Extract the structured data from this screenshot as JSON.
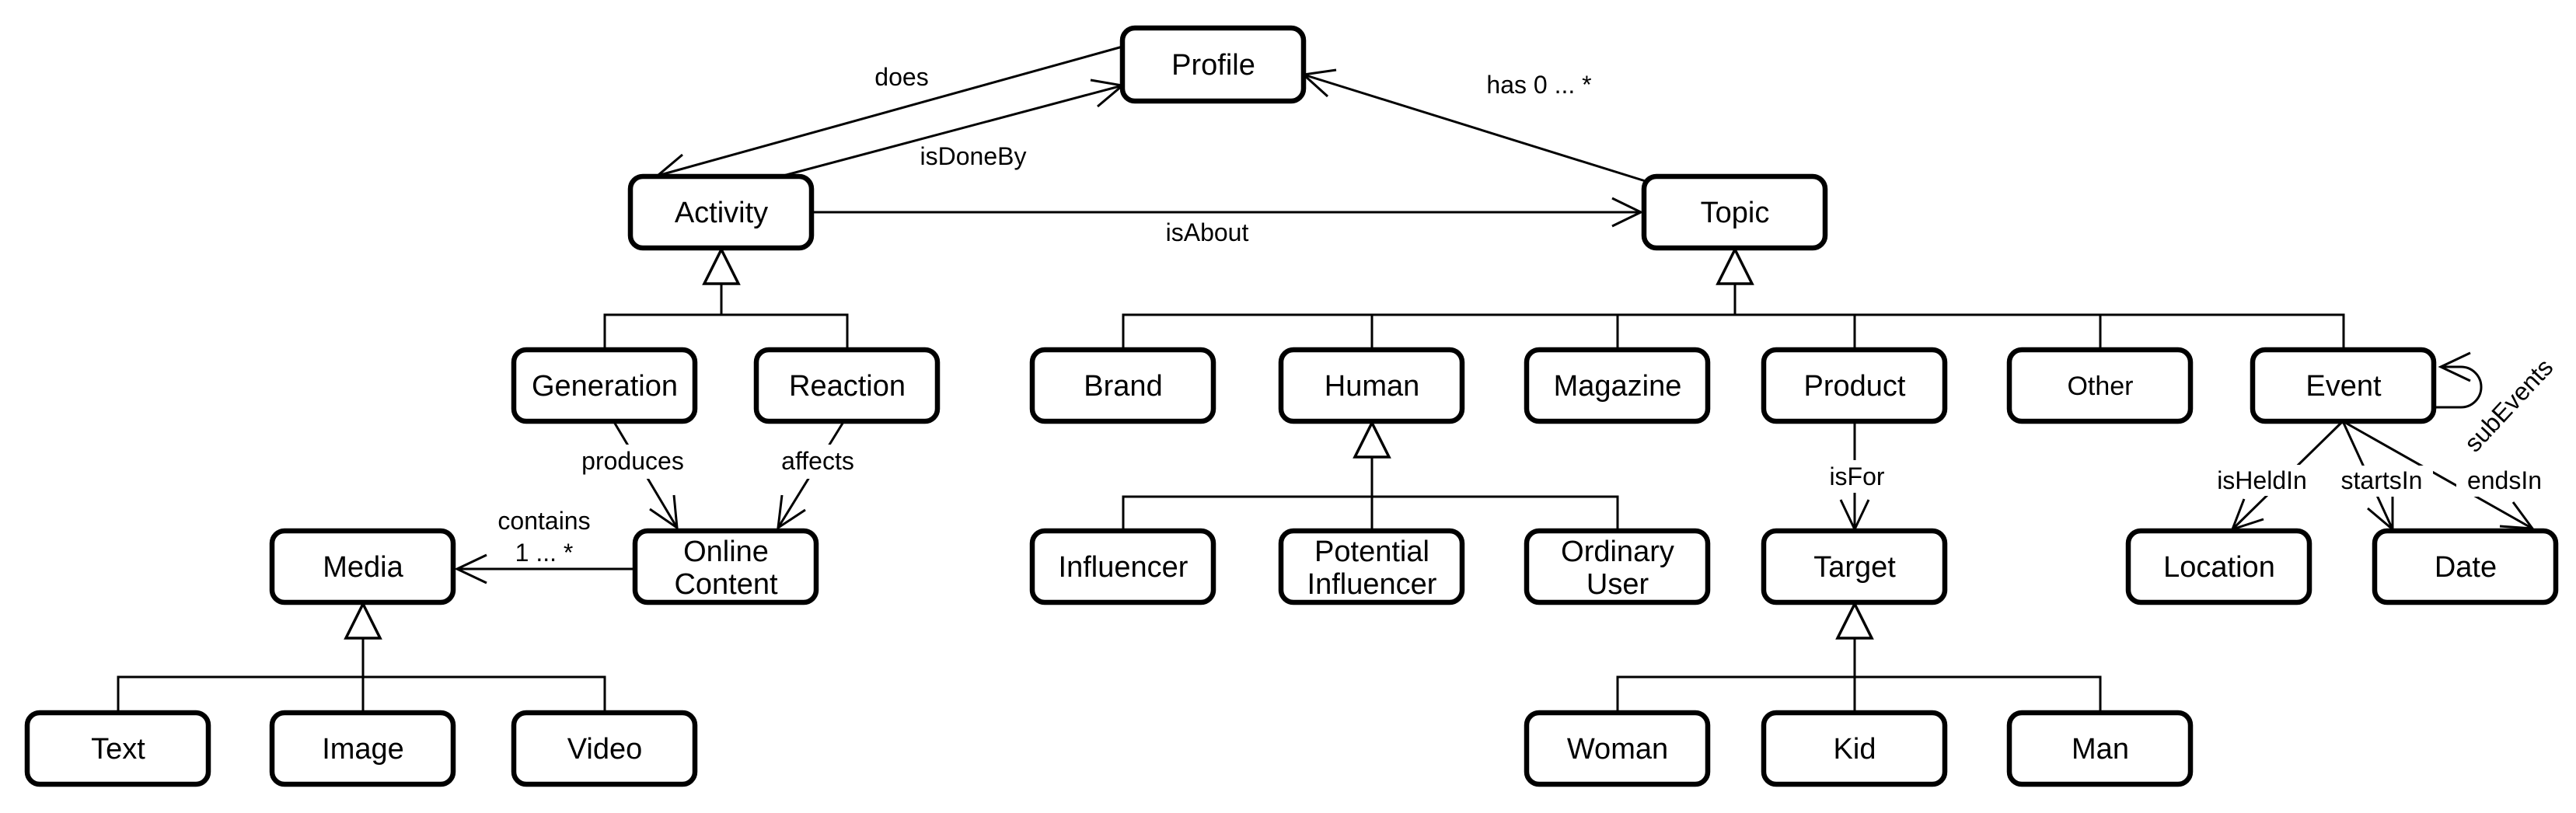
{
  "diagram": {
    "colors": {
      "stroke": "#000000",
      "background": "#ffffff"
    },
    "nodes": {
      "profile": {
        "label": "Profile"
      },
      "activity": {
        "label": "Activity"
      },
      "topic": {
        "label": "Topic"
      },
      "generation": {
        "label": "Generation"
      },
      "reaction": {
        "label": "Reaction"
      },
      "brand": {
        "label": "Brand"
      },
      "human": {
        "label": "Human"
      },
      "magazine": {
        "label": "Magazine"
      },
      "product": {
        "label": "Product"
      },
      "other": {
        "label": "Other"
      },
      "event": {
        "label": "Event"
      },
      "media": {
        "label": "Media"
      },
      "online_content": {
        "line1": "Online",
        "line2": "Content"
      },
      "influencer": {
        "label": "Influencer"
      },
      "potential_influencer": {
        "line1": "Potential",
        "line2": "Influencer"
      },
      "ordinary_user": {
        "line1": "Ordinary",
        "line2": "User"
      },
      "target": {
        "label": "Target"
      },
      "location": {
        "label": "Location"
      },
      "date": {
        "label": "Date"
      },
      "text": {
        "label": "Text"
      },
      "image": {
        "label": "Image"
      },
      "video": {
        "label": "Video"
      },
      "woman": {
        "label": "Woman"
      },
      "kid": {
        "label": "Kid"
      },
      "man": {
        "label": "Man"
      }
    },
    "edges": {
      "does": "does",
      "is_done_by": "isDoneBy",
      "has": "has 0 ... *",
      "is_about": "isAbout",
      "produces": "produces",
      "affects": "affects",
      "contains": "contains",
      "contains_multiplicity": "1 ... *",
      "is_for": "isFor",
      "is_held_in": "isHeldIn",
      "starts_in": "startsIn",
      "ends_in": "endsIn",
      "sub_events": "subEvents"
    }
  }
}
